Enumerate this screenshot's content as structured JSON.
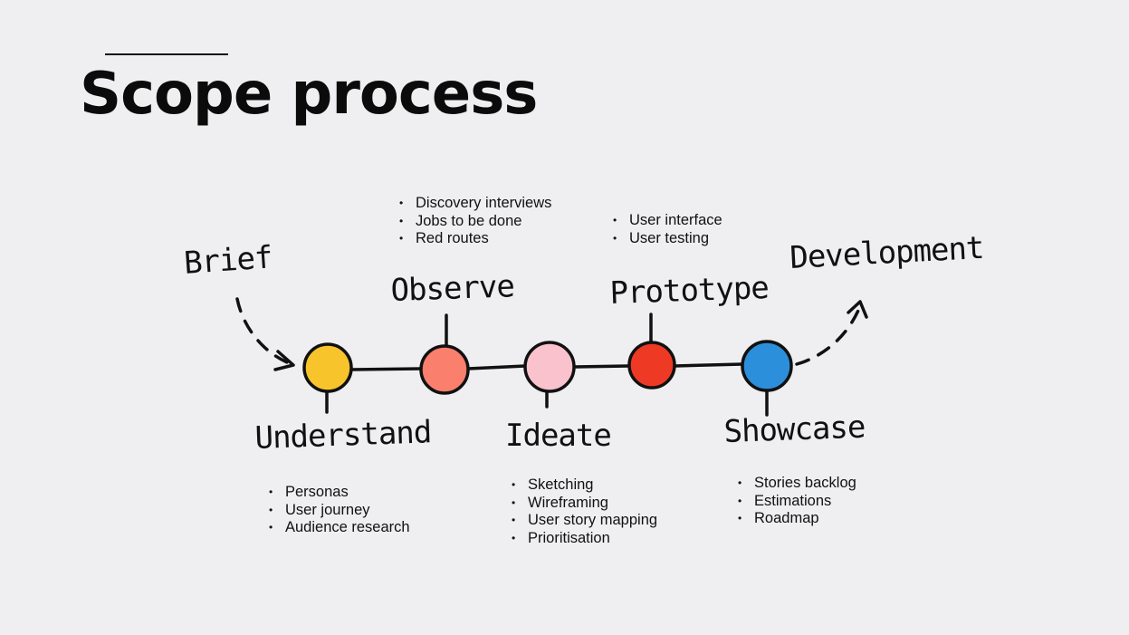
{
  "title": "Scope process",
  "colors": {
    "background": "#efeff1",
    "line": "#111111",
    "understand": "#f8c42c",
    "observe": "#fa7f6d",
    "ideate": "#f9c2cd",
    "prototype": "#ee3a25",
    "showcase": "#2c8fdb"
  },
  "start_label": "Brief",
  "end_label": "Development",
  "stages": [
    {
      "label": "Understand",
      "color": "#f8c42c",
      "items": [
        "Personas",
        "User journey",
        "Audience research"
      ]
    },
    {
      "label": "Observe",
      "color": "#fa7f6d",
      "items": [
        "Discovery interviews",
        "Jobs to be done",
        "Red routes"
      ]
    },
    {
      "label": "Ideate",
      "color": "#f9c2cd",
      "items": [
        "Sketching",
        "Wireframing",
        "User story mapping",
        "Prioritisation"
      ]
    },
    {
      "label": "Prototype",
      "color": "#ee3a25",
      "items": [
        "User interface",
        "User testing"
      ]
    },
    {
      "label": "Showcase",
      "color": "#2c8fdb",
      "items": [
        "Stories backlog",
        "Estimations",
        "Roadmap"
      ]
    }
  ]
}
